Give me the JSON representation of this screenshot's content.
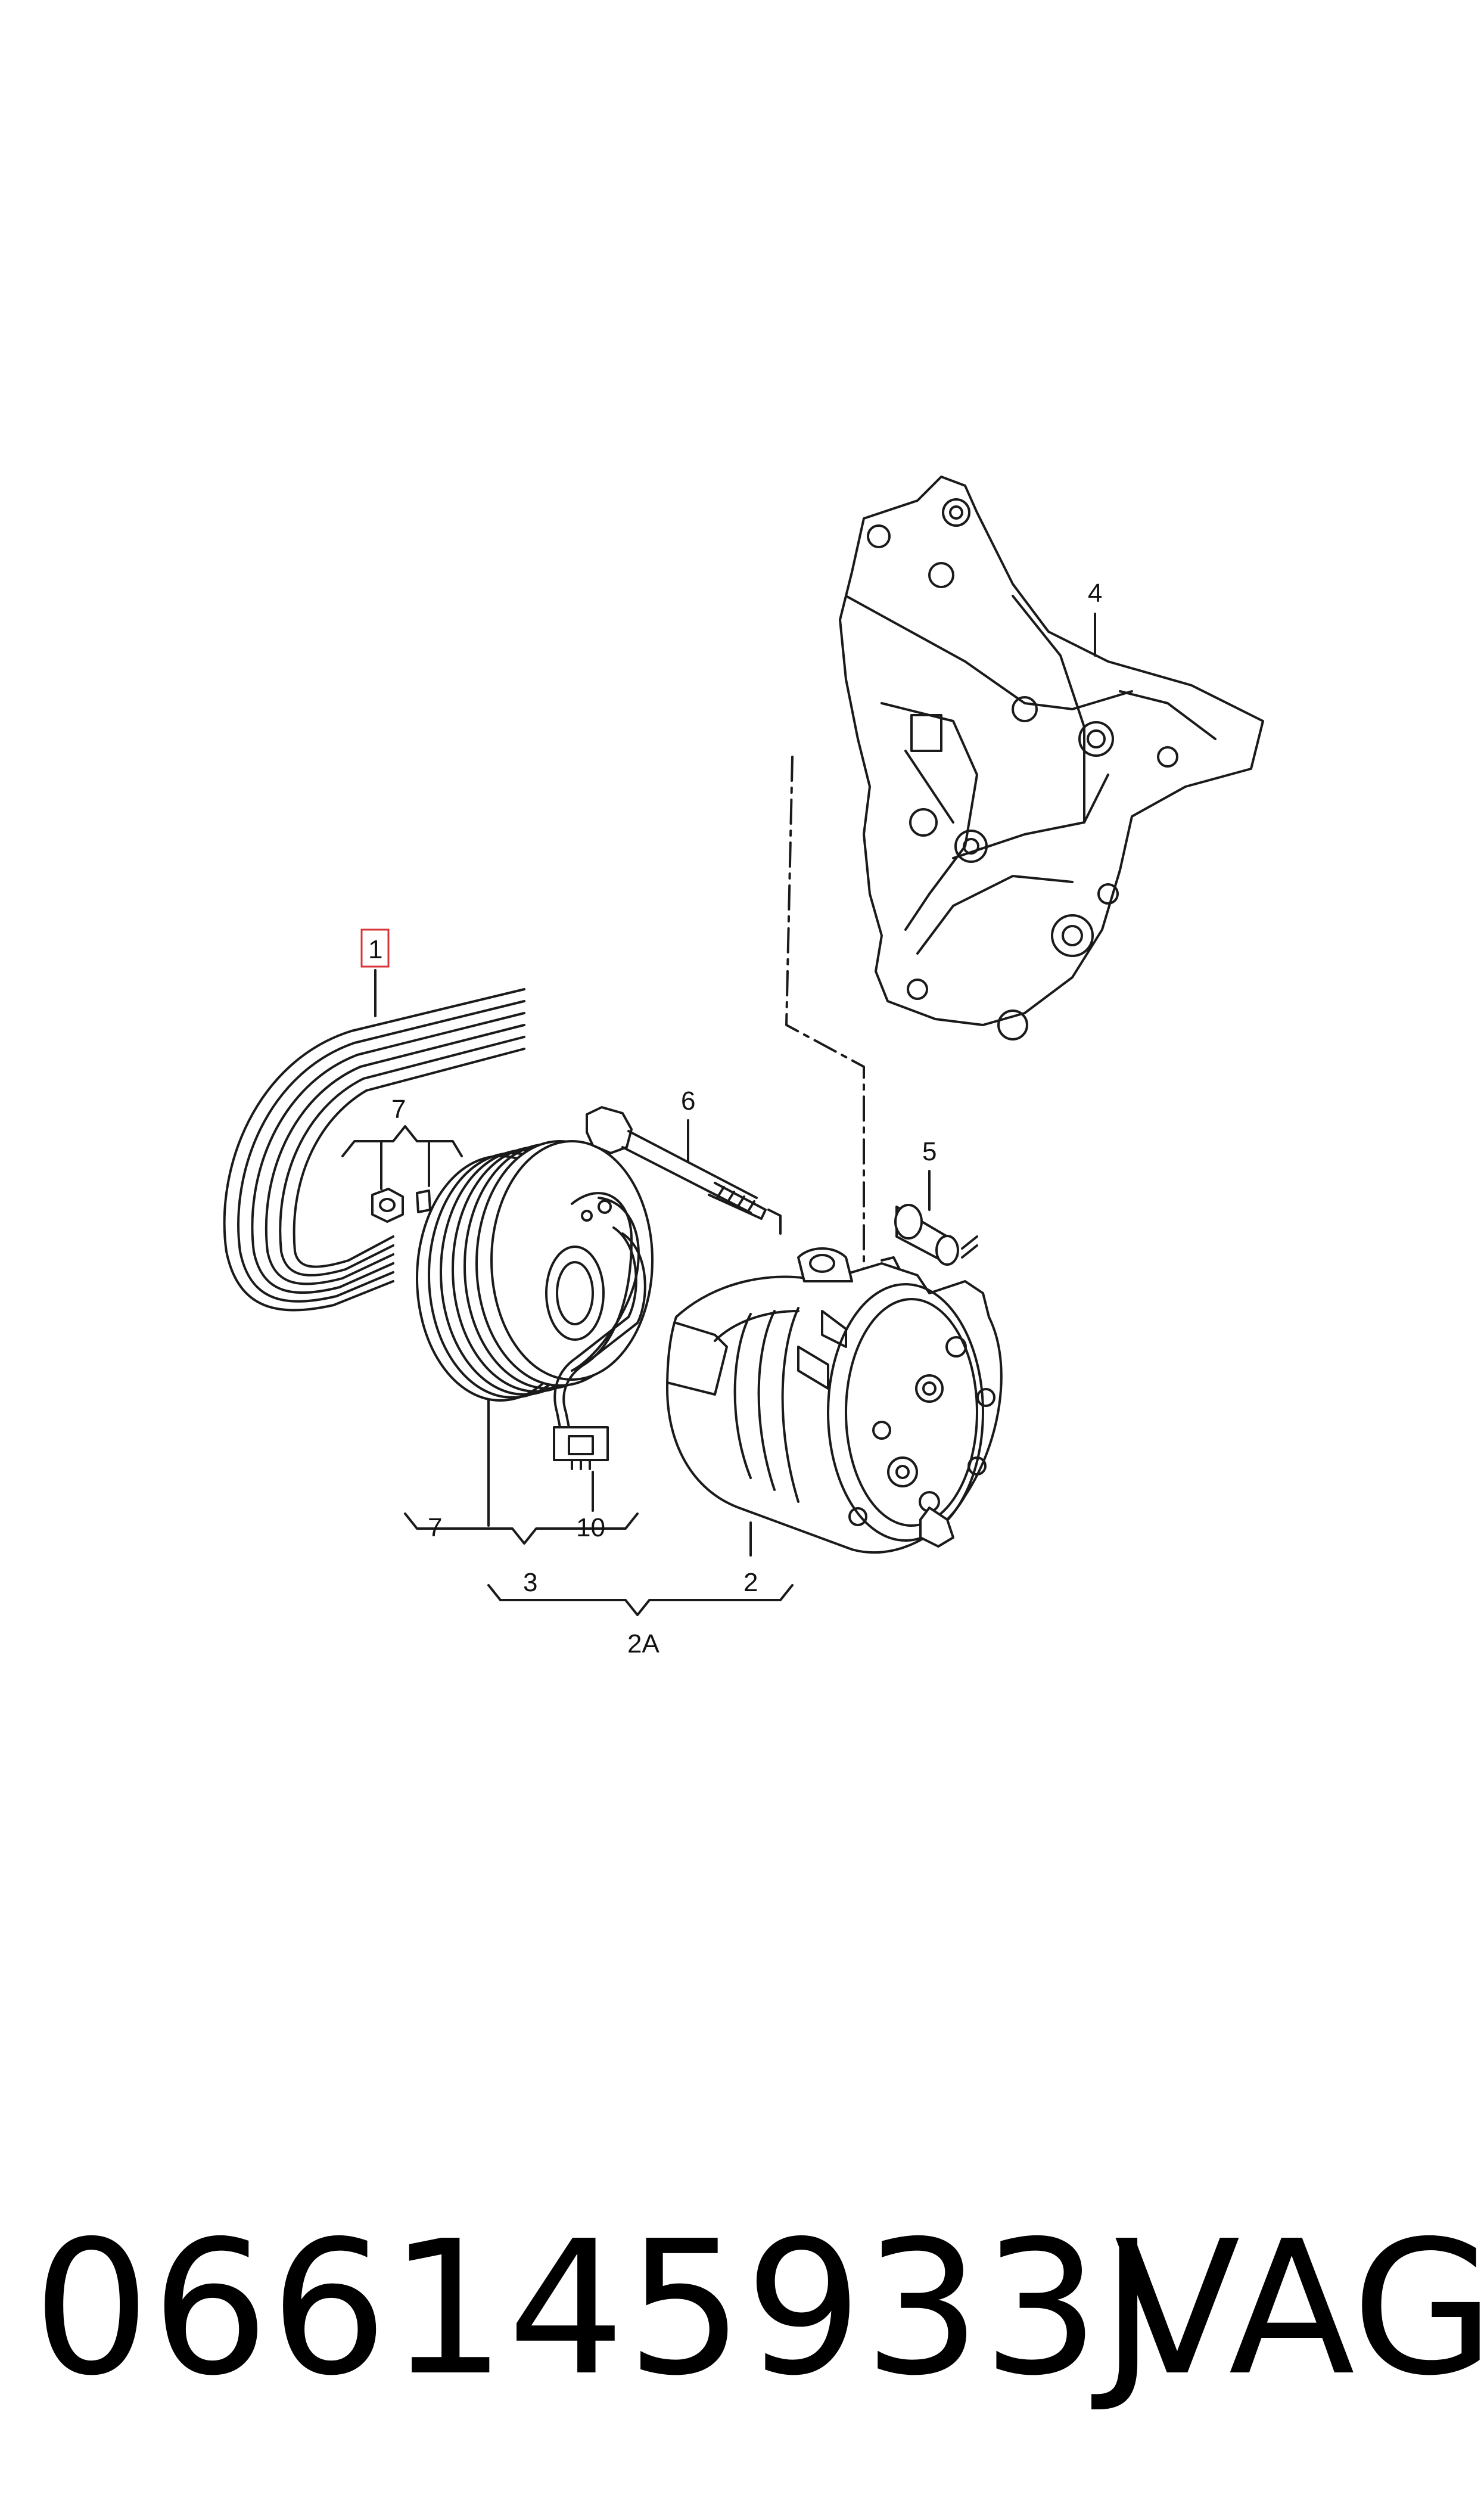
{
  "diagram": {
    "callouts": {
      "belt": "1",
      "compressor": "2",
      "compressor_assembly": "2A",
      "clutch": "3",
      "bracket": "4",
      "bushing": "5",
      "bolt": "6",
      "nut_top": "7",
      "nut_bottom": "7",
      "connector": "10"
    },
    "highlight_color": "#d9343a"
  },
  "footer": {
    "part_number": "066145933J",
    "brand": "VAG"
  }
}
